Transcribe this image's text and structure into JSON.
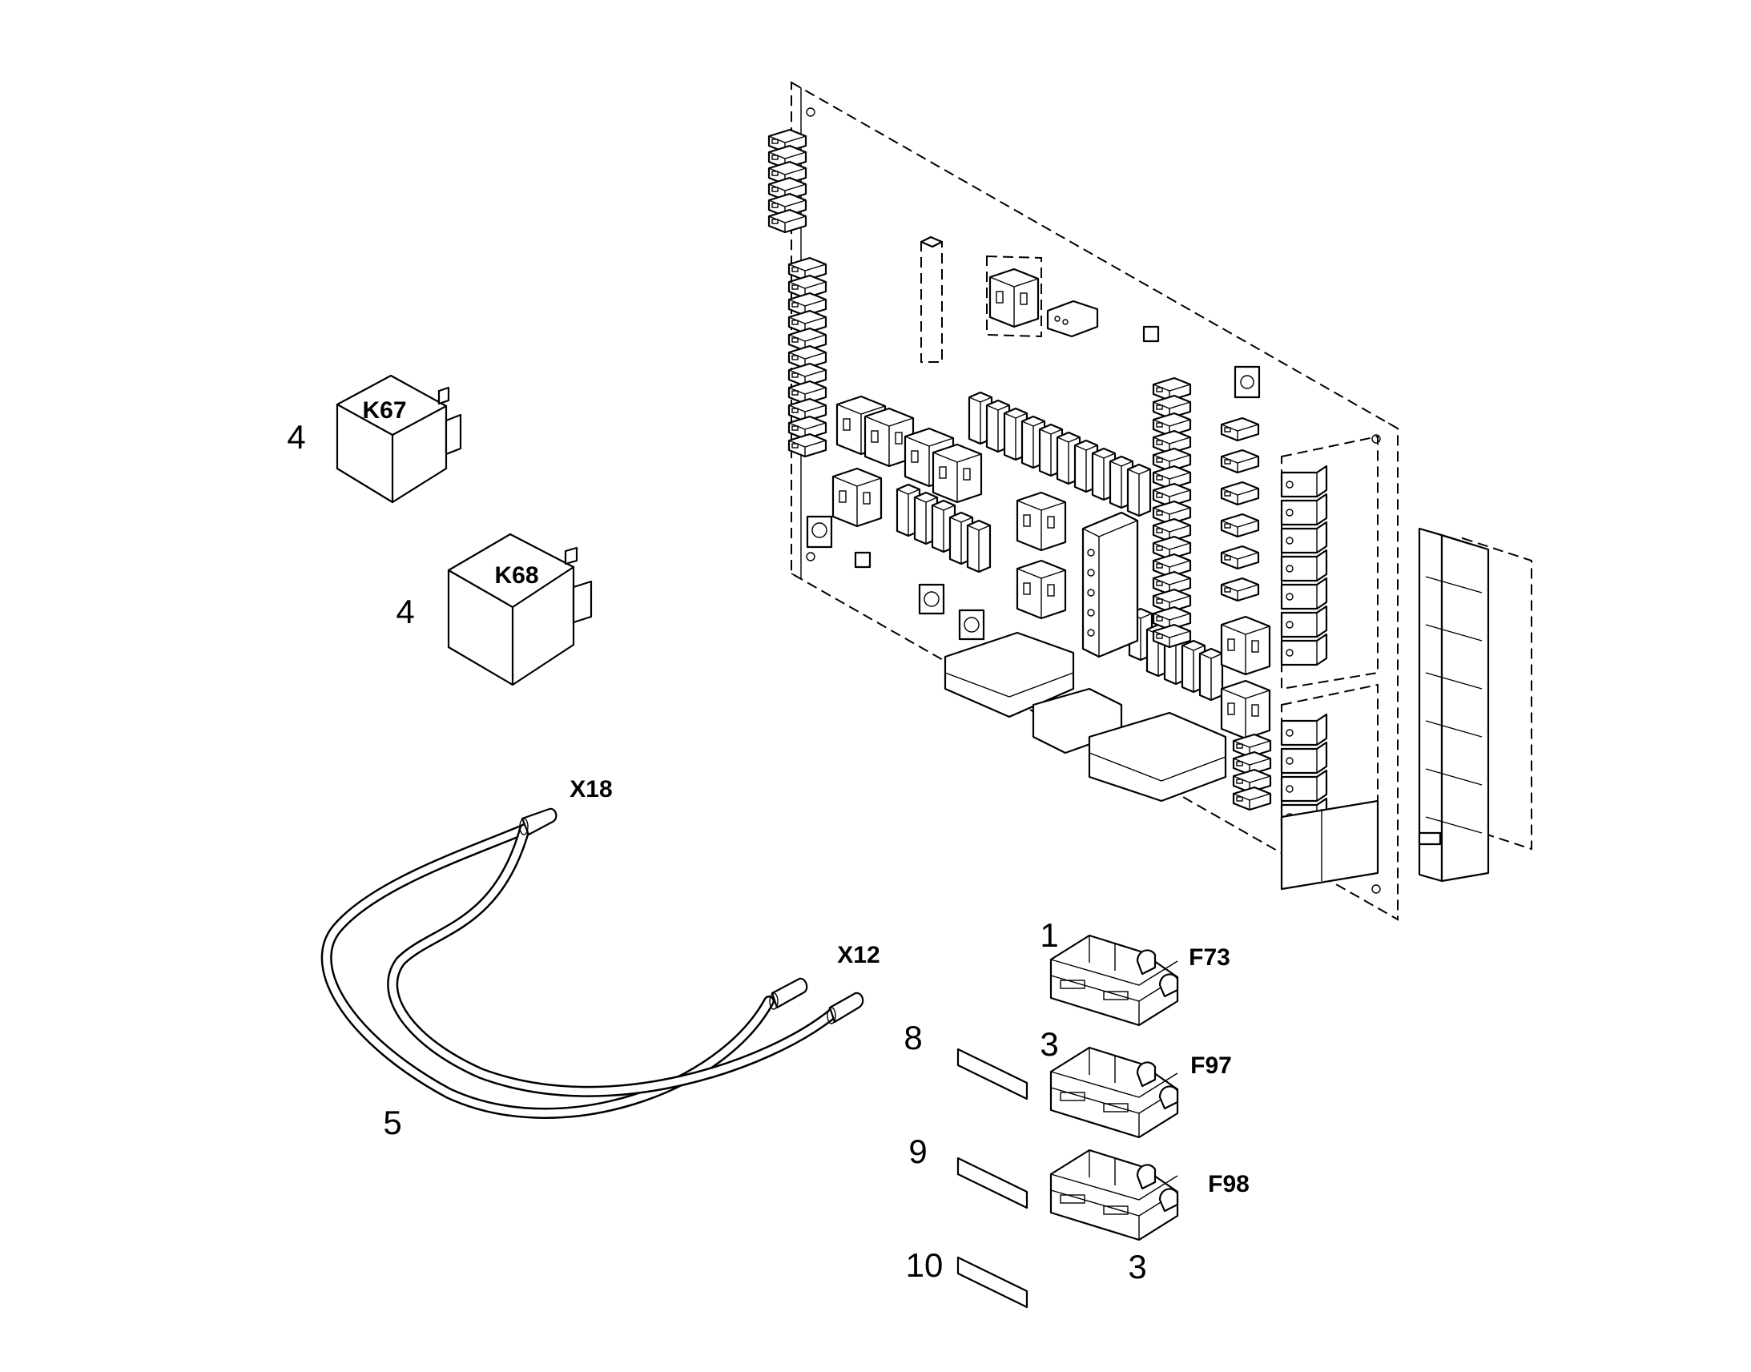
{
  "parts": {
    "relay_k67": {
      "item": "4",
      "tag": "K67"
    },
    "relay_k68": {
      "item": "4",
      "tag": "K68"
    },
    "cable": {
      "item": "5",
      "end_a": "X18",
      "end_b": "X12"
    },
    "fuse_f73": {
      "item": "1",
      "tag": "F73"
    },
    "fuse_f97": {
      "item": "3",
      "tag": "F97"
    },
    "fuse_f98": {
      "item": "3",
      "tag": "F98"
    },
    "label_8": {
      "item": "8"
    },
    "label_9": {
      "item": "9"
    },
    "label_10": {
      "item": "10"
    }
  },
  "colors": {
    "line": "#000000",
    "background": "#ffffff"
  }
}
